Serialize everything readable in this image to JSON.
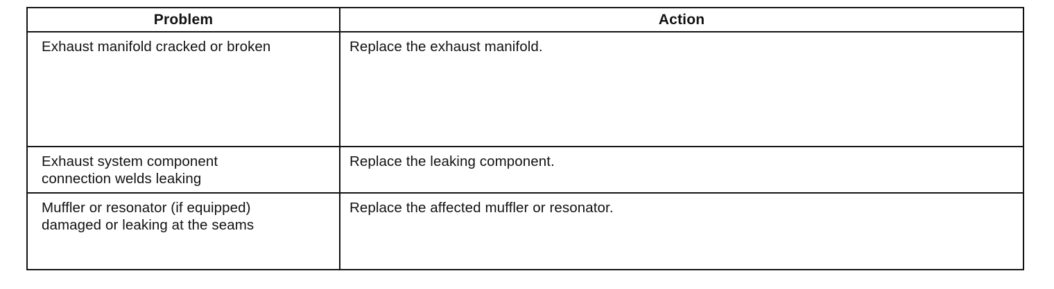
{
  "table": {
    "headers": [
      "Problem",
      "Action"
    ],
    "rows": [
      {
        "problem": "Exhaust manifold cracked or broken",
        "action": "Replace the exhaust manifold."
      },
      {
        "problem_lines": [
          "Exhaust system component",
          "connection welds leaking"
        ],
        "action": "Replace the leaking component."
      },
      {
        "problem_lines": [
          "Muffler or resonator (if equipped)",
          "damaged or leaking at the seams"
        ],
        "action": "Replace the affected muffler or resonator."
      }
    ]
  }
}
